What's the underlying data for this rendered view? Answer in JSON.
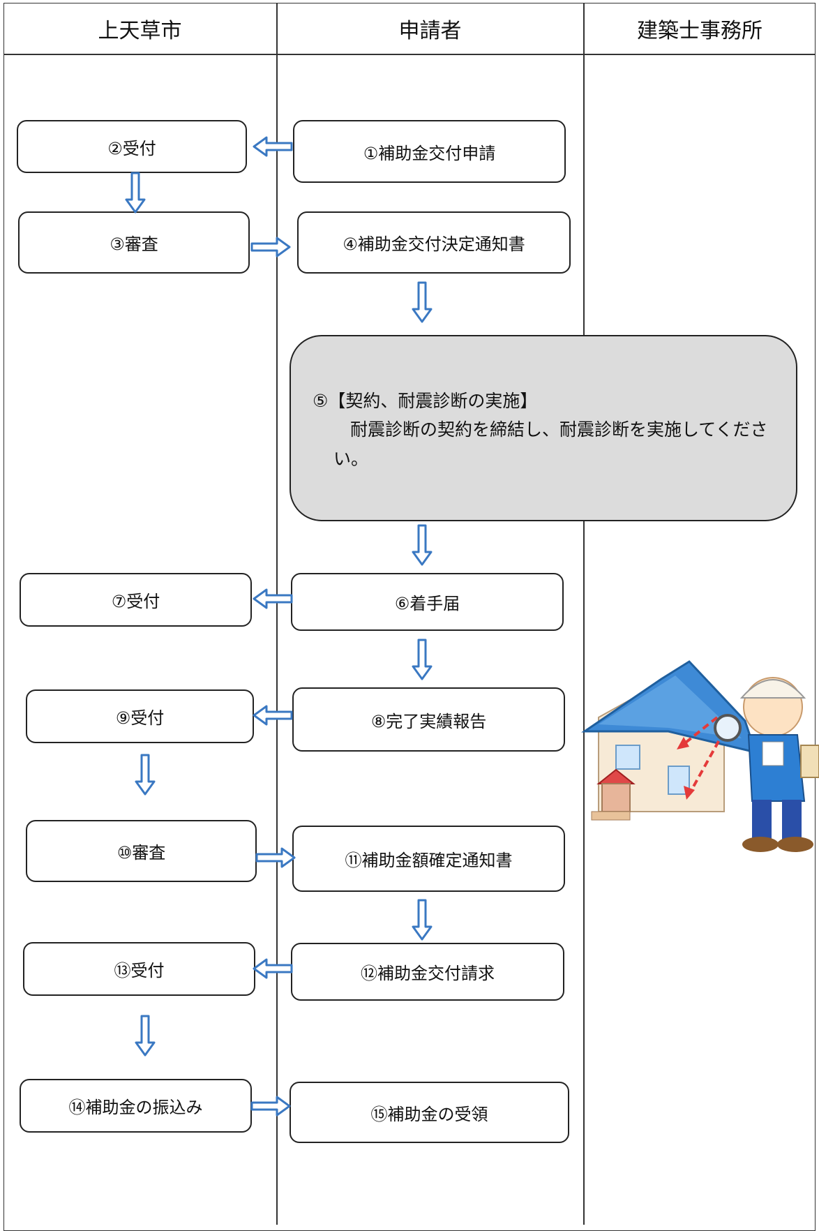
{
  "columns": [
    "上天草市",
    "申請者",
    "建築士事務所"
  ],
  "steps": {
    "s1": "①補助金交付申請",
    "s2": "②受付",
    "s3": "③審査",
    "s4": "④補助金交付決定通知書",
    "s5_title": "⑤【契約、耐震診断の実施】",
    "s5_body": "耐震診断の契約を締結し、耐震診断を実施してください。",
    "s6": "⑥着手届",
    "s7": "⑦受付",
    "s8": "⑧完了実績報告",
    "s9": "⑨受付",
    "s10": "⑩審査",
    "s11": "⑪補助金額確定通知書",
    "s12": "⑫補助金交付請求",
    "s13": "⑬受付",
    "s14": "⑭補助金の振込み",
    "s15": "⑮補助金の受領"
  },
  "colors": {
    "arrow": "#3a78c2",
    "line": "#333333",
    "note_fill": "#dcdcdc"
  },
  "illustration": "inspector-with-magnifier-house"
}
